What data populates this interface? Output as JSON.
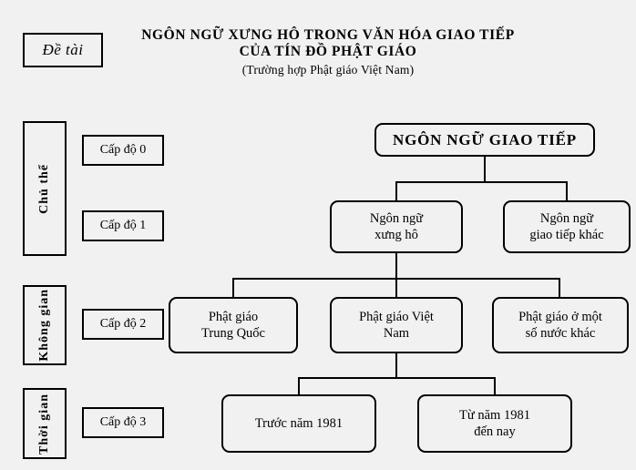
{
  "header": {
    "topic_tag": "Đề tài",
    "title_line1": "NGÔN NGỮ XƯNG HÔ TRONG VĂN HÓA GIAO TIẾP",
    "title_line2": "CỦA TÍN ĐỒ PHẬT GIÁO",
    "title_line3": "(Trường hợp Phật giáo Việt Nam)"
  },
  "categories": [
    {
      "label": "Chủ thể"
    },
    {
      "label": "Không gian"
    },
    {
      "label": "Thời gian"
    }
  ],
  "levels": [
    {
      "label": "Cấp độ 0"
    },
    {
      "label": "Cấp độ 1"
    },
    {
      "label": "Cấp độ 2"
    },
    {
      "label": "Cấp độ 3"
    }
  ],
  "tree": {
    "root": "NGÔN NGỮ GIAO TIẾP",
    "level1": [
      {
        "label": "Ngôn ngữ\nxưng hô"
      },
      {
        "label": "Ngôn ngữ\ngiao tiếp khác"
      }
    ],
    "level2": [
      {
        "label": "Phật giáo\nTrung Quốc"
      },
      {
        "label": "Phật giáo Việt\nNam"
      },
      {
        "label": "Phật giáo ở một\nsố nước khác"
      }
    ],
    "level3": [
      {
        "label": "Trước năm 1981"
      },
      {
        "label": "Từ năm 1981\nđến nay"
      }
    ]
  },
  "colors": {
    "background": "#f1f1f1",
    "stroke": "#000000",
    "text": "#000000"
  }
}
